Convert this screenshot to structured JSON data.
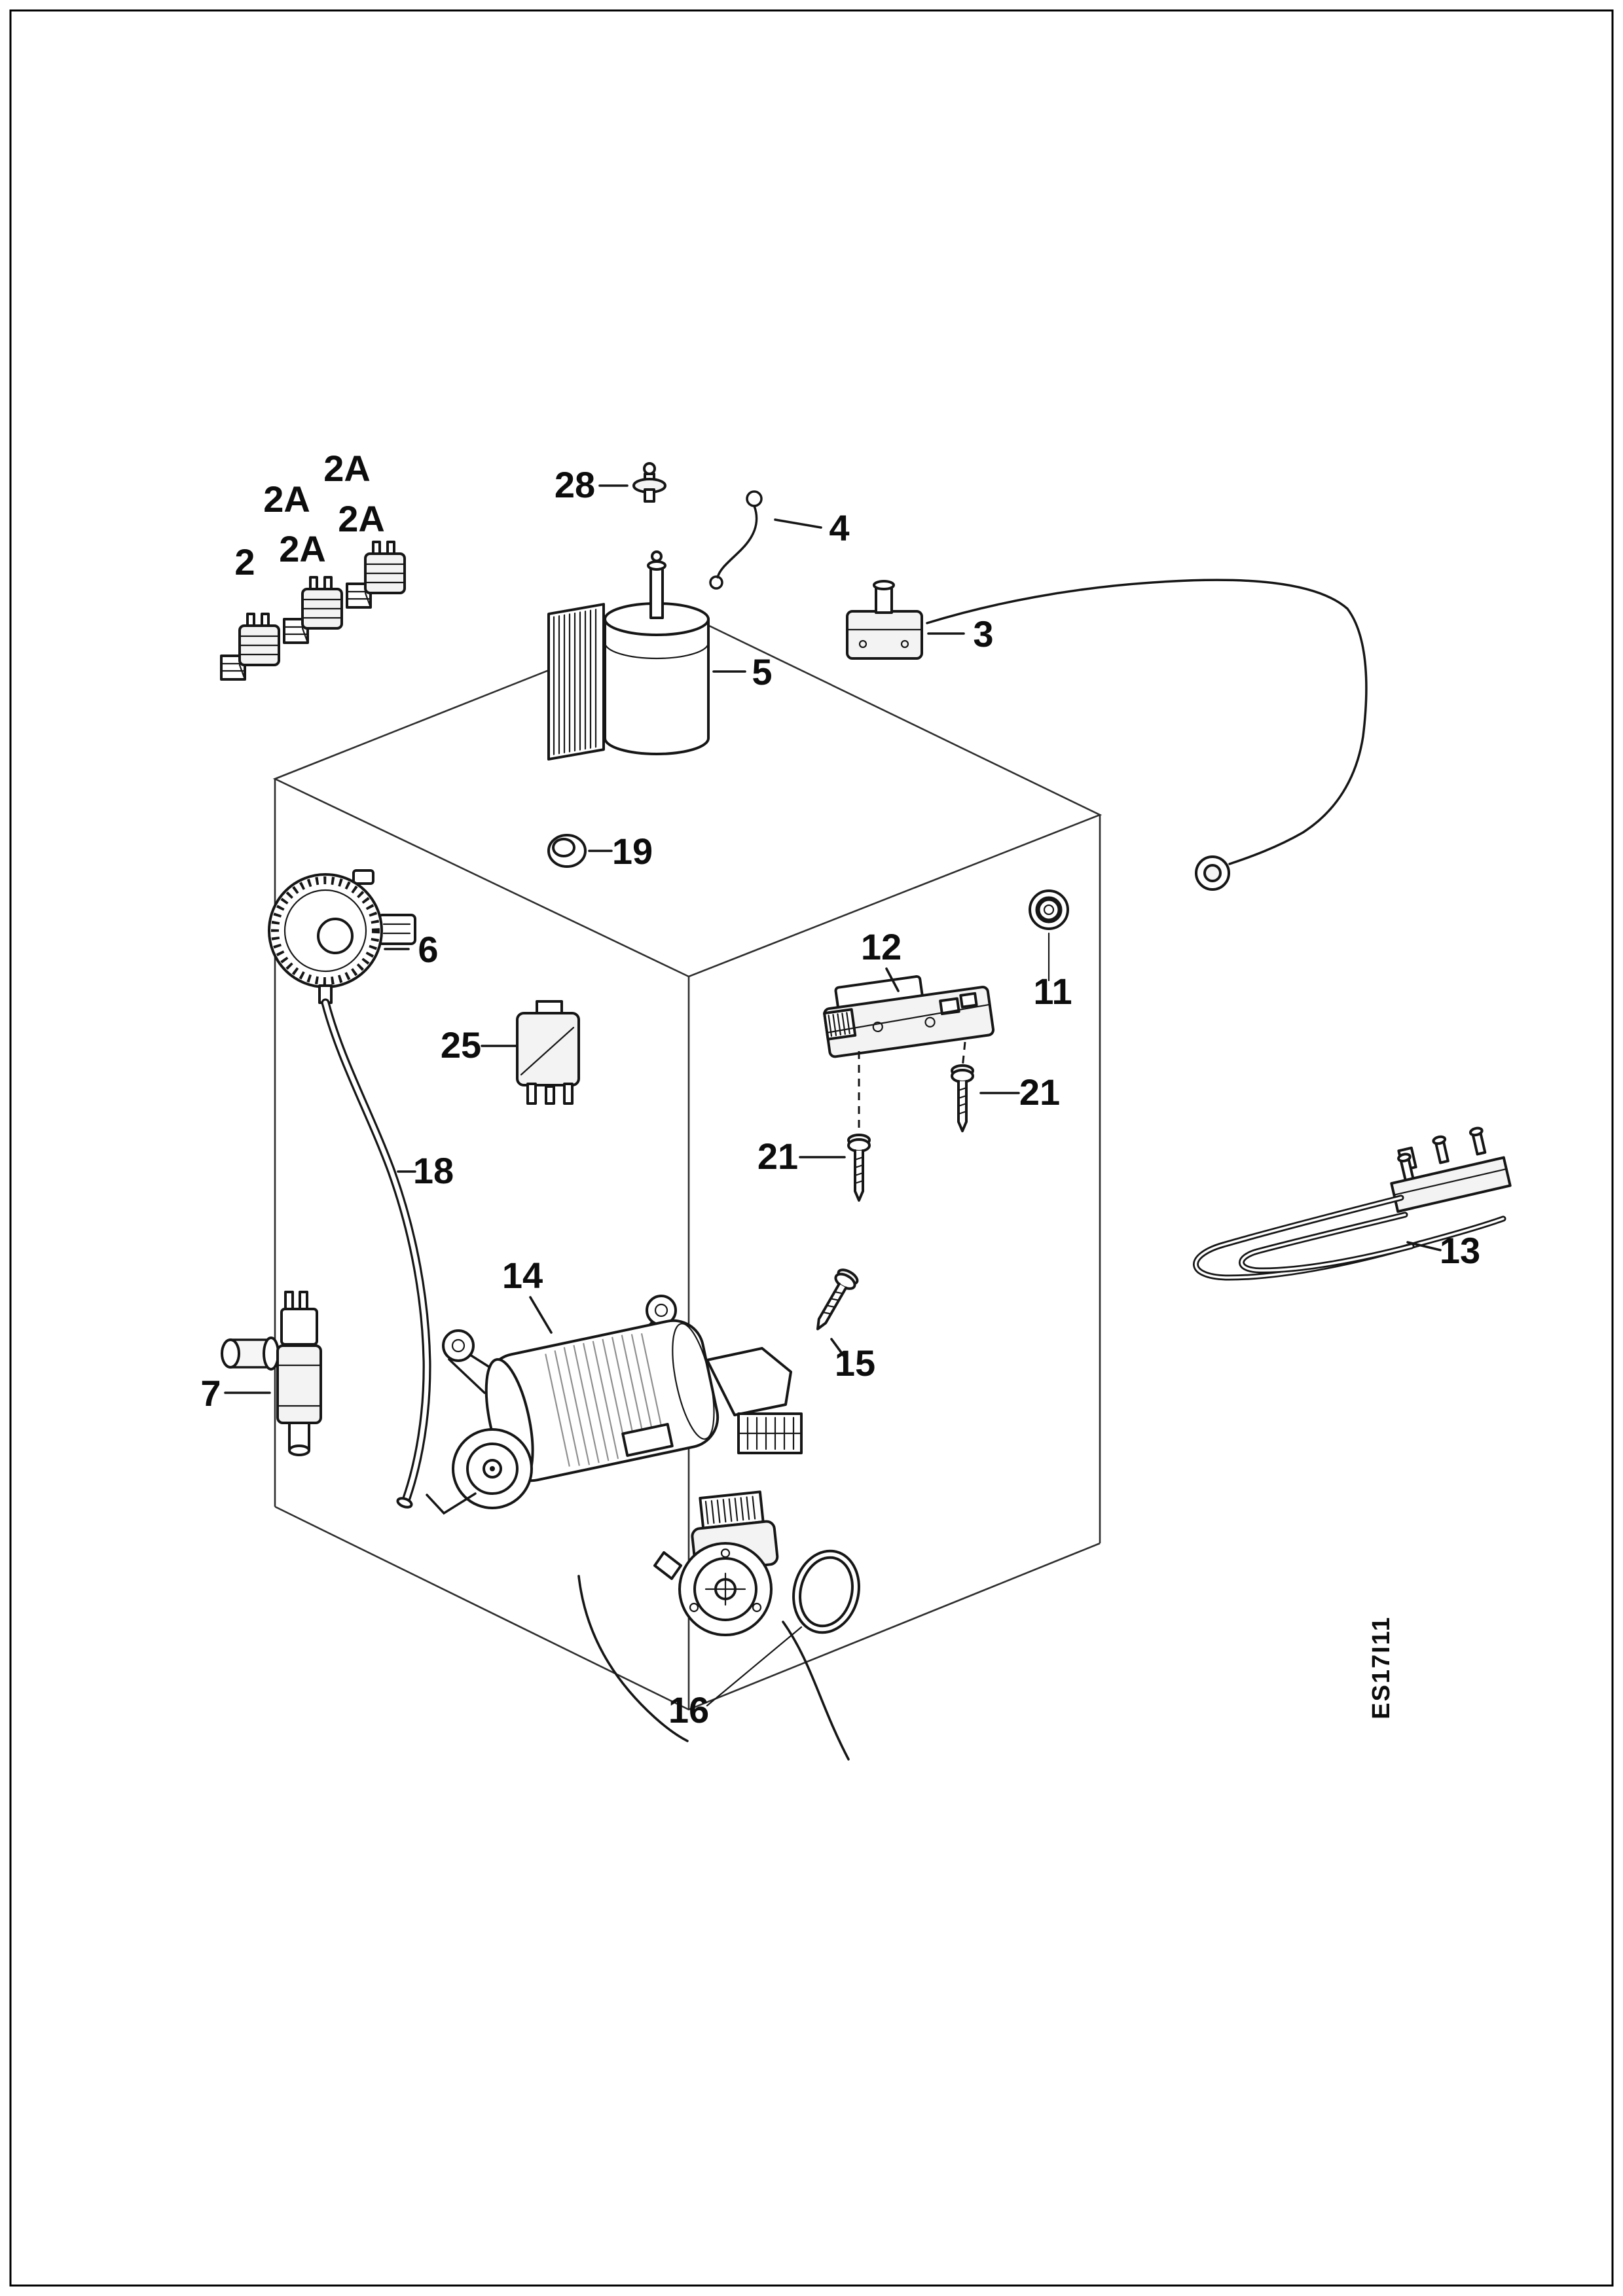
{
  "page": {
    "paper_color": "#ffffff",
    "ink_color": "#161616",
    "doc_code": "ES17I11"
  },
  "labels": {
    "l2a_top": "2A",
    "l2a_mid": "2A",
    "l2a_right": "2A",
    "l2a_low": "2A",
    "l2": "2",
    "l28": "28",
    "l4": "4",
    "l3": "3",
    "l5": "5",
    "l19": "19",
    "l6": "6",
    "l25": "25",
    "l12": "12",
    "l11": "11",
    "l21_left": "21",
    "l21_right": "21",
    "l18": "18",
    "l14": "14",
    "l13": "13",
    "l15": "15",
    "l7": "7",
    "l16": "16"
  }
}
